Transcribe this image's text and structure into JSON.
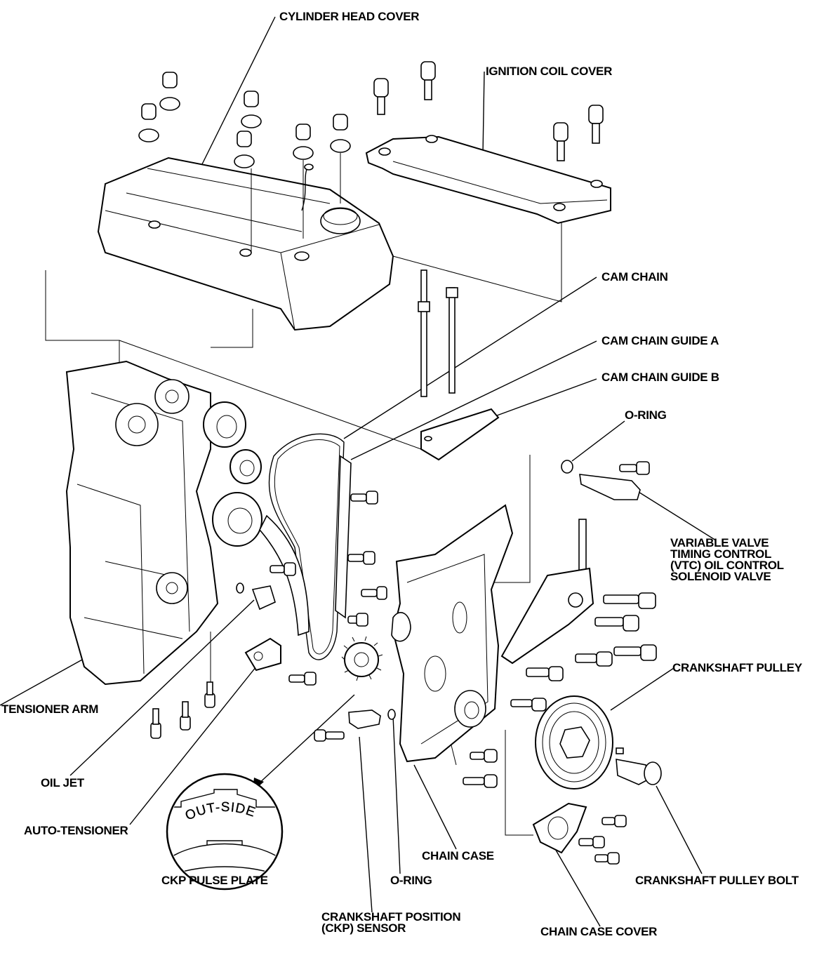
{
  "labels": {
    "cylinder_head_cover": "CYLINDER HEAD COVER",
    "ignition_coil_cover": "IGNITION COIL COVER",
    "cam_chain": "CAM CHAIN",
    "cam_chain_guide_a": "CAM CHAIN GUIDE A",
    "cam_chain_guide_b": "CAM CHAIN GUIDE B",
    "o_ring_top": "O-RING",
    "vtc_solenoid": "VARIABLE VALVE\nTIMING CONTROL\n(VTC) OIL CONTROL\nSOLENOID VALVE",
    "crankshaft_pulley": "CRANKSHAFT PULLEY",
    "tensioner_arm": "TENSIONER ARM",
    "oil_jet": "OIL JET",
    "auto_tensioner": "AUTO-TENSIONER",
    "ckp_pulse_plate": "CKP PULSE PLATE",
    "o_ring_bottom": "O-RING",
    "chain_case": "CHAIN CASE",
    "crankshaft_pulley_bolt": "CRANKSHAFT PULLEY BOLT",
    "ckp_sensor": "CRANKSHAFT POSITION\n(CKP) SENSOR",
    "chain_case_cover": "CHAIN CASE COVER"
  },
  "inset": {
    "marking": "OUT-SIDE"
  }
}
